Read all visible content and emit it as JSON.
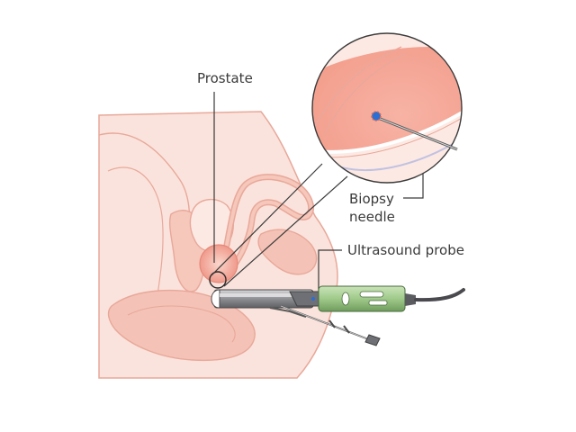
{
  "labels": {
    "prostate": "Prostate",
    "biopsy_line1": "Biopsy",
    "biopsy_line2": "needle",
    "ultrasound_probe": "Ultrasound probe"
  },
  "colors": {
    "skin": "#fae3dc",
    "outline": "#e8a89a",
    "organ": "#f4c2b6",
    "prostate": "#ef9a8b",
    "probe_green": "#9fc98a",
    "probe_grey": "#8e8f93",
    "needle_tip": "#2a6fd6",
    "leader": "#3a3a3a"
  }
}
